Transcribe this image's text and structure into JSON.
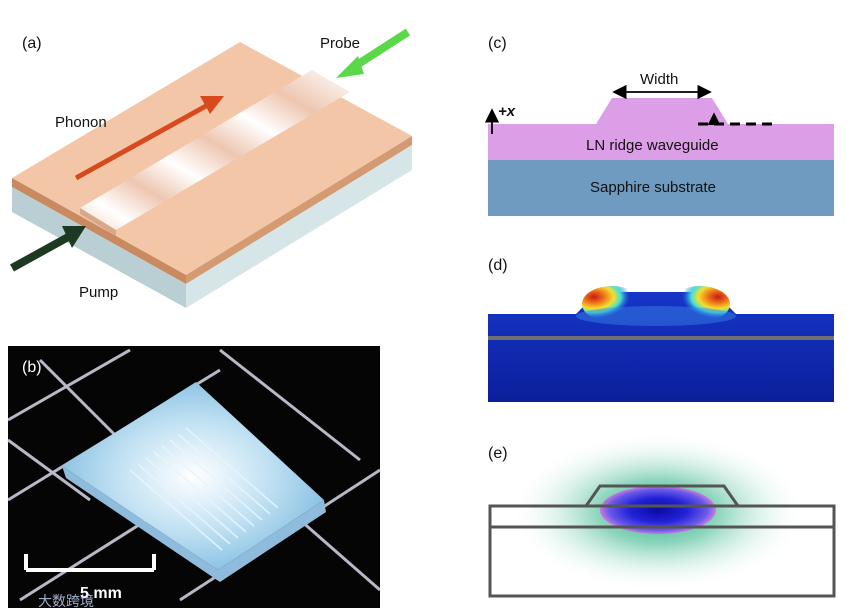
{
  "panels": {
    "a": {
      "label": "(a)",
      "probe": "Probe",
      "phonon": "Phonon",
      "pump": "Pump",
      "colors": {
        "film": "#f2c4a7",
        "substrate": "#c8dadd",
        "probe_arrow": "#5ad84a",
        "phonon_arrow": "#d84a1e",
        "pump_arrow": "#1c3a22"
      }
    },
    "b": {
      "label": "(b)",
      "scale_bar": "5 mm",
      "watermark": "大数跨境"
    },
    "c": {
      "label": "(c)",
      "width": "Width",
      "axis": "+x",
      "waveguide": "LN ridge waveguide",
      "substrate": "Sapphire substrate",
      "colors": {
        "waveguide": "#dd9ee8",
        "substrate": "#6e9bbf"
      }
    },
    "d": {
      "label": "(d)"
    },
    "e": {
      "label": "(e)"
    }
  }
}
